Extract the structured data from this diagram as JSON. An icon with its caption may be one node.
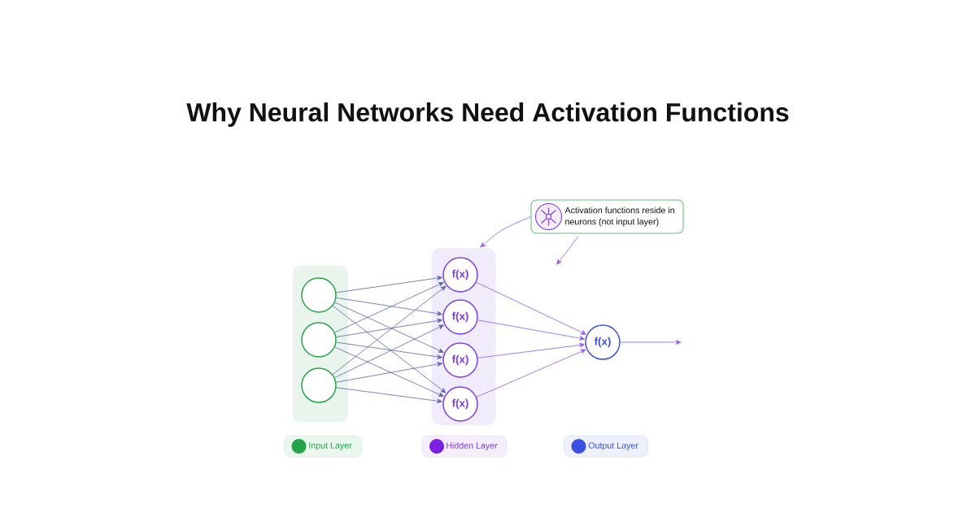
{
  "diagram": {
    "title": "Why Neural Networks Need Activation Functions",
    "nodes": [
      {
        "text": [],
        "shape": "box"
      },
      {
        "text": [],
        "shape": "box"
      },
      {
        "text": [],
        "shape": "circle",
        "in": 0
      },
      {
        "text": [],
        "shape": "circle",
        "in": 0
      },
      {
        "text": [],
        "shape": "circle",
        "in": 0
      },
      {
        "text": [
          "f(x)"
        ],
        "in": 1
      },
      {
        "text": [
          "f(x)"
        ],
        "in": 1
      },
      {
        "text": [
          "f(x)"
        ],
        "in": 1
      },
      {
        "text": [
          "f(x)"
        ],
        "in": 1
      },
      {
        "text": [
          "f(x)"
        ]
      },
      {
        "text": [
          "Activation functions reside in neurons (not input layer)"
        ]
      }
    ],
    "edges": [
      {
        "from": 2,
        "to": 5,
        "arrow": "to"
      },
      {
        "from": 2,
        "to": 6,
        "arrow": "to"
      },
      {
        "from": 2,
        "to": 7,
        "arrow": "to"
      },
      {
        "from": 3,
        "to": 5,
        "arrow": "to"
      },
      {
        "from": 3,
        "to": 6,
        "arrow": "to"
      },
      {
        "from": 3,
        "to": 7,
        "arrow": "to"
      },
      {
        "from": 3,
        "to": 8,
        "arrow": "to"
      },
      {
        "from": 4,
        "to": 5,
        "arrow": "to"
      },
      {
        "from": 4,
        "to": 6,
        "arrow": "to"
      },
      {
        "from": 4,
        "to": 7,
        "arrow": "to"
      },
      {
        "from": 4,
        "to": 8,
        "arrow": "to"
      },
      {
        "from": 2,
        "to": 8,
        "arrow": "to"
      },
      {
        "from": 5,
        "to": 9,
        "arrow": "to"
      },
      {
        "from": 6,
        "to": 9,
        "arrow": "to"
      },
      {
        "from": 7,
        "to": 9,
        "arrow": "to"
      },
      {
        "from": 8,
        "to": 9,
        "arrow": "to"
      },
      {
        "from": 9,
        "to": null,
        "arrow": "to"
      },
      {
        "from": 10,
        "to": 1,
        "arrow": "to"
      },
      {
        "from": 10,
        "to": null,
        "arrow": "to"
      }
    ],
    "legend": [
      {
        "text": "Input Layer",
        "color": "#22a447"
      },
      {
        "text": "Hidden Layer",
        "color": "#7c1fe0"
      },
      {
        "text": "Output Layer",
        "color": "#3b4fe0"
      }
    ]
  }
}
